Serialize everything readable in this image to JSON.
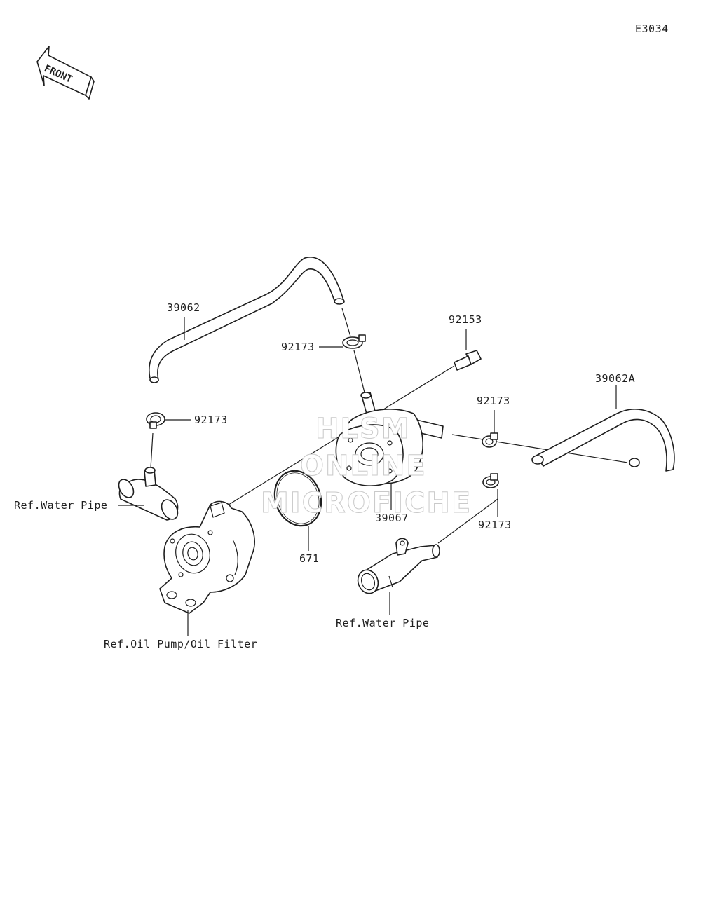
{
  "diagram_code": "E3034",
  "front_arrow_label": "FRONT",
  "watermark": [
    "HLSM",
    "ONLINE",
    "MICROFICHE"
  ],
  "callouts": {
    "hose_left": "39062",
    "clamp_upper": "92173",
    "clamp_left": "92173",
    "bolt": "92153",
    "hose_right": "39062A",
    "clamp_right_upper": "92173",
    "clamp_right_lower": "92173",
    "oil_cooler": "39067",
    "o_ring": "671",
    "water_pipe_left": "Ref.Water Pipe",
    "water_pipe_bottom": "Ref.Water Pipe",
    "oil_pump": "Ref.Oil Pump/Oil Filter"
  }
}
